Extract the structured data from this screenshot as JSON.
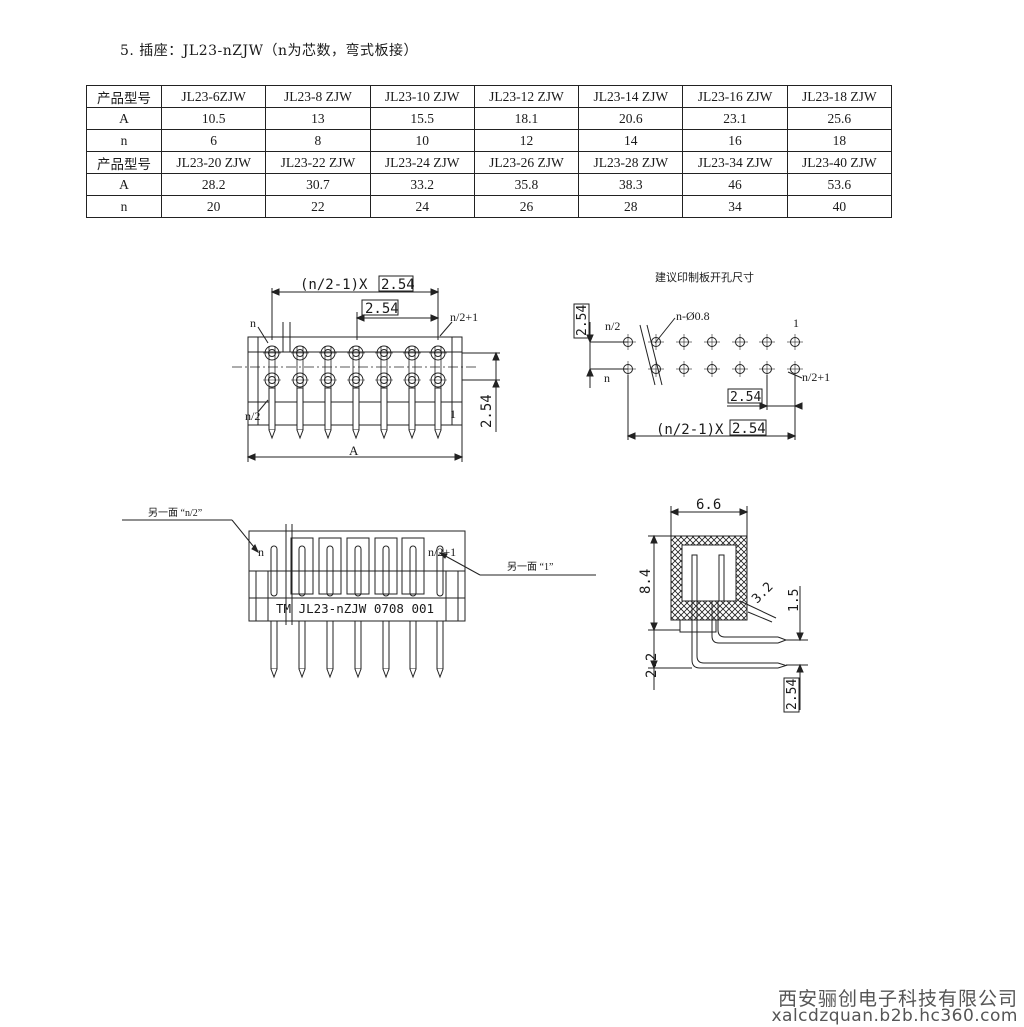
{
  "heading": "5. 插座：JL23-nZJW（n为芯数，弯式板接）",
  "table": {
    "rows": [
      [
        "产品型号",
        "JL23-6ZJW",
        "JL23-8 ZJW",
        "JL23-10 ZJW",
        "JL23-12 ZJW",
        "JL23-14 ZJW",
        "JL23-16 ZJW",
        "JL23-18 ZJW"
      ],
      [
        "A",
        "10.5",
        "13",
        "15.5",
        "18.1",
        "20.6",
        "23.1",
        "25.6"
      ],
      [
        "n",
        "6",
        "8",
        "10",
        "12",
        "14",
        "16",
        "18"
      ],
      [
        "产品型号",
        "JL23-20 ZJW",
        "JL23-22 ZJW",
        "JL23-24 ZJW",
        "JL23-26 ZJW",
        "JL23-28 ZJW",
        "JL23-34 ZJW",
        "JL23-40 ZJW"
      ],
      [
        "A",
        "28.2",
        "30.7",
        "33.2",
        "35.8",
        "38.3",
        "46",
        "53.6"
      ],
      [
        "n",
        "20",
        "22",
        "24",
        "26",
        "28",
        "34",
        "40"
      ]
    ]
  },
  "front_view": {
    "dim_pitch_total": "(n/2-1)X",
    "dim_pitch_box": "2.54",
    "dim_pitch": "2.54",
    "dim_row": "2.54",
    "label_n": "n",
    "label_n2p1": "n/2+1",
    "label_n2": "n/2",
    "label_1": "1",
    "label_A": "A"
  },
  "pcb_layout": {
    "title": "建议印制板开孔尺寸",
    "label_hole": "n-Ø0.8",
    "label_n2": "n/2",
    "label_n": "n",
    "label_1": "1",
    "label_n2p1": "n/2+1",
    "dim_row": "2.54",
    "dim_pitch": "2.54",
    "dim_pitch_total": "(n/2-1)X",
    "dim_pitch_box": "2.54"
  },
  "back_view": {
    "callout_left": "另一面 “n/2”",
    "callout_right": "另一面 “1”",
    "label_n": "n",
    "label_n2p1": "n/2+1",
    "marking": "TM JL23-nZJW 0708 001"
  },
  "side_view": {
    "dim_width": "6.6",
    "dim_height": "8.4",
    "dim_offset": "3.2",
    "dim_pin_pitch_v": "1.5",
    "dim_tail": "2.2",
    "dim_row": "2.54"
  },
  "watermark": {
    "company": "西安骊创电子科技有限公司",
    "url": "xalcdzquan.b2b.hc360.com"
  }
}
